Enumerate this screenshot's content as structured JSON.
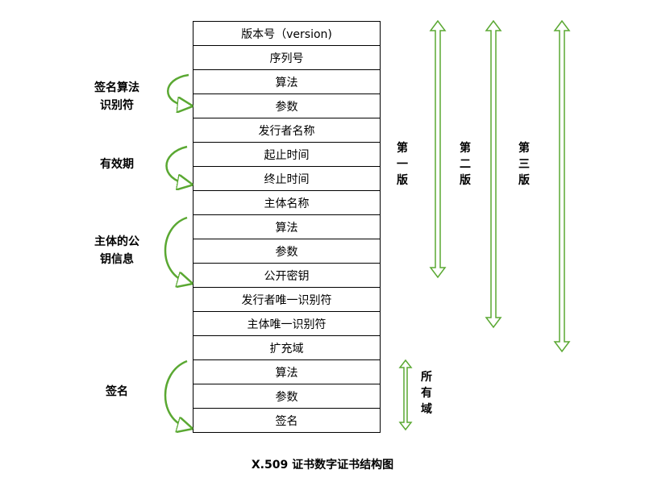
{
  "rows": [
    "版本号（version)",
    "序列号",
    "算法",
    "参数",
    "发行者名称",
    "起止时间",
    "终止时间",
    "主体名称",
    "算法",
    "参数",
    "公开密钥",
    "发行者唯一识别符",
    "主体唯一识别符",
    "扩充域",
    "算法",
    "参数",
    "签名"
  ],
  "groups": {
    "sig_algo": "签名算法\n识别符",
    "validity": "有效期",
    "pubkey": "主体的公\n钥信息",
    "signature": "签名"
  },
  "versions": {
    "v1": "第\n一\n版",
    "v2": "第\n二\n版",
    "v3": "第\n三\n版",
    "all": "所\n有\n域"
  },
  "caption": "X.509 证书数字证书结构图",
  "colors": {
    "arrow": "#5aa832",
    "border": "#000000"
  }
}
